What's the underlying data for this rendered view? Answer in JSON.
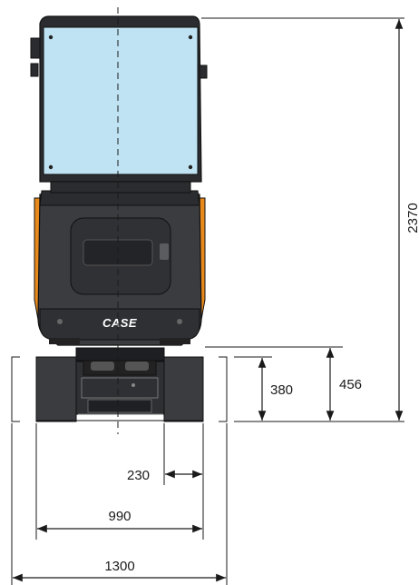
{
  "brand": {
    "logo_text": "CASE"
  },
  "colors": {
    "glass": "#bfe3f3",
    "body": "#3a3c40",
    "body_dark": "#25272a",
    "accent_orange": "#e8891c",
    "line": "#1a1a1a"
  },
  "dimensions": {
    "total_height": "2370",
    "upper_height": "456",
    "track_height": "380",
    "track_width": "230",
    "track_gauge": "990",
    "overall_width": "1300"
  }
}
